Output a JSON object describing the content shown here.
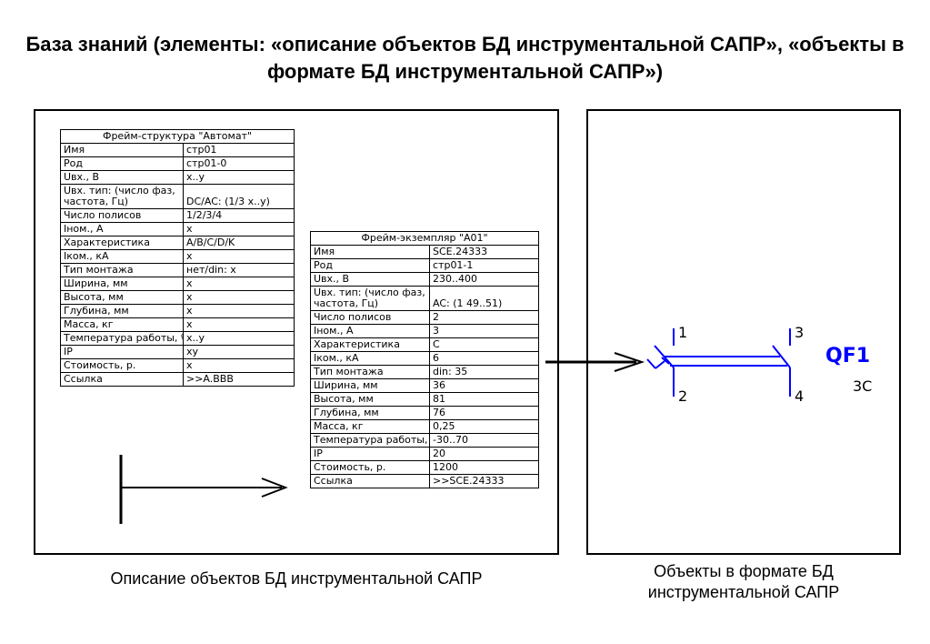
{
  "title": "База знаний (элементы: «описание объектов БД инструментальной САПР», «объекты в формате БД инструментальной САПР»)",
  "frame_structure": {
    "header": "Фрейм-структура \"Автомат\"",
    "rows": [
      [
        "Имя",
        "стр01"
      ],
      [
        "Род",
        "стр01-0"
      ],
      [
        "Uвх., В",
        "x..y"
      ],
      [
        "Uвх. тип: (число фаз, частота, Гц)",
        "DC/AC: (1/3 x..y)"
      ],
      [
        "Число полисов",
        "1/2/3/4"
      ],
      [
        "Iном., А",
        "x"
      ],
      [
        "Характеристика",
        "A/B/C/D/K"
      ],
      [
        "Iком., кА",
        "x"
      ],
      [
        "Тип монтажа",
        "нет/din: x"
      ],
      [
        "Ширина, мм",
        "x"
      ],
      [
        "Высота, мм",
        "x"
      ],
      [
        "Глубина, мм",
        "x"
      ],
      [
        "Масса, кг",
        "x"
      ],
      [
        "Температура работы, ºС",
        "x..y"
      ],
      [
        "IP",
        "xy"
      ],
      [
        "Стоимость, р.",
        "x"
      ],
      [
        "Ссылка",
        ">>A.BBB"
      ]
    ]
  },
  "frame_instance": {
    "header": "Фрейм-экземпляр \"А01\"",
    "rows": [
      [
        "Имя",
        "SCE.24333"
      ],
      [
        "Род",
        "стр01-1"
      ],
      [
        "Uвх., В",
        "230..400"
      ],
      [
        "Uвх. тип: (число фаз, частота, Гц)",
        "AC: (1 49..51)"
      ],
      [
        "Число полисов",
        "2"
      ],
      [
        "Iном., А",
        "3"
      ],
      [
        "Характеристика",
        "C"
      ],
      [
        "Iком., кА",
        "6"
      ],
      [
        "Тип монтажа",
        "din: 35"
      ],
      [
        "Ширина, мм",
        "36"
      ],
      [
        "Высота, мм",
        "81"
      ],
      [
        "Глубина, мм",
        "76"
      ],
      [
        "Масса, кг",
        "0,25"
      ],
      [
        "Температура работы, ºС",
        "-30..70"
      ],
      [
        "IP",
        "20"
      ],
      [
        "Стоимость, р.",
        "1200"
      ],
      [
        "Ссылка",
        ">>SCE.24333"
      ]
    ]
  },
  "symbol": {
    "pin1": "1",
    "pin2": "2",
    "pin3": "3",
    "pin4": "4",
    "designator": "QF1",
    "subtext": "3C",
    "line_color": "#0000ff",
    "text_color": "#0000ff"
  },
  "caption_left": "Описание объектов БД инструментальной САПР",
  "caption_right": "Объекты в формате БД инструментальной САПР"
}
